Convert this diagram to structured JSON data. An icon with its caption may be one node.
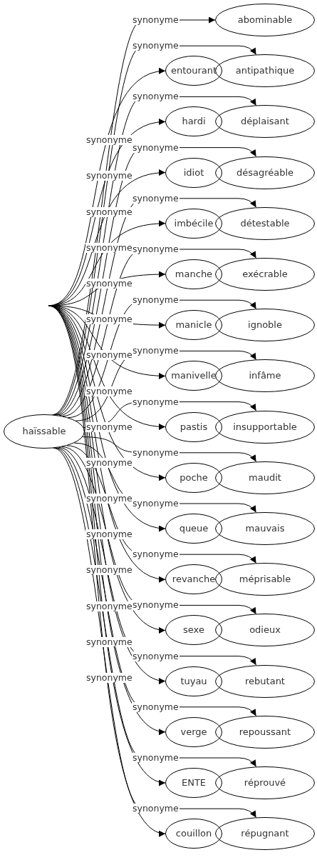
{
  "diagram": {
    "nodes": [
      {
        "text": [
          "haïssable"
        ]
      },
      {
        "text": [
          "abominable"
        ]
      },
      {
        "text": [
          "antipathique"
        ]
      },
      {
        "text": [
          "déplaisant"
        ]
      },
      {
        "text": [
          "désagréable"
        ]
      },
      {
        "text": [
          "détestable"
        ]
      },
      {
        "text": [
          "exécrable"
        ]
      },
      {
        "text": [
          "ignoble"
        ]
      },
      {
        "text": [
          "infâme"
        ]
      },
      {
        "text": [
          "insupportable"
        ]
      },
      {
        "text": [
          "maudit"
        ]
      },
      {
        "text": [
          "mauvais"
        ]
      },
      {
        "text": [
          "méprisable"
        ]
      },
      {
        "text": [
          "odieux"
        ]
      },
      {
        "text": [
          "rebutant"
        ]
      },
      {
        "text": [
          "repoussant"
        ]
      },
      {
        "text": [
          "réprouvé"
        ]
      },
      {
        "text": [
          "répugnant"
        ]
      },
      {
        "text": [
          "entourant"
        ]
      },
      {
        "text": [
          "hardi"
        ]
      },
      {
        "text": [
          "idiot"
        ]
      },
      {
        "text": [
          "imbécile"
        ]
      },
      {
        "text": [
          "manche"
        ]
      },
      {
        "text": [
          "manicle"
        ]
      },
      {
        "text": [
          "manivelle"
        ]
      },
      {
        "text": [
          "pastis"
        ]
      },
      {
        "text": [
          "poche"
        ]
      },
      {
        "text": [
          "queue"
        ]
      },
      {
        "text": [
          "revanche"
        ]
      },
      {
        "text": [
          "sexe"
        ]
      },
      {
        "text": [
          "tuyau"
        ]
      },
      {
        "text": [
          "verge"
        ]
      },
      {
        "text": [
          "ENTE"
        ]
      },
      {
        "text": [
          "couillon"
        ]
      }
    ],
    "edges": [
      {
        "from": 0,
        "to": 1,
        "arrow": "to",
        "label": "synonyme"
      },
      {
        "from": 0,
        "to": 2,
        "arrow": "to",
        "label": "synonyme"
      },
      {
        "from": 0,
        "to": 3,
        "arrow": "to",
        "label": "synonyme"
      },
      {
        "from": 0,
        "to": 4,
        "arrow": "to",
        "label": "synonyme"
      },
      {
        "from": 0,
        "to": 5,
        "arrow": "to",
        "label": "synonyme"
      },
      {
        "from": 0,
        "to": 6,
        "arrow": "to",
        "label": "synonyme"
      },
      {
        "from": 0,
        "to": 7,
        "arrow": "to",
        "label": "synonyme"
      },
      {
        "from": 0,
        "to": 8,
        "arrow": "to",
        "label": "synonyme"
      },
      {
        "from": 0,
        "to": 9,
        "arrow": "to",
        "label": "synonyme"
      },
      {
        "from": 0,
        "to": 10,
        "arrow": "to",
        "label": "synonyme"
      },
      {
        "from": 0,
        "to": 11,
        "arrow": "to",
        "label": "synonyme"
      },
      {
        "from": 0,
        "to": 12,
        "arrow": "to",
        "label": "synonyme"
      },
      {
        "from": 0,
        "to": 13,
        "arrow": "to",
        "label": "synonyme"
      },
      {
        "from": 0,
        "to": 14,
        "arrow": "to",
        "label": "synonyme"
      },
      {
        "from": 0,
        "to": 15,
        "arrow": "to",
        "label": "synonyme"
      },
      {
        "from": 0,
        "to": 16,
        "arrow": "to",
        "label": "synonyme"
      },
      {
        "from": 0,
        "to": 17,
        "arrow": "to",
        "label": "synonyme"
      },
      {
        "from": null,
        "to": 18,
        "arrow": "to",
        "label": "synonyme"
      },
      {
        "from": null,
        "to": 19,
        "arrow": "to",
        "label": "synonyme"
      },
      {
        "from": null,
        "to": 20,
        "arrow": "to",
        "label": "synonyme"
      },
      {
        "from": null,
        "to": 21,
        "arrow": "to",
        "label": "synonyme"
      },
      {
        "from": null,
        "to": 22,
        "arrow": "to",
        "label": "synonyme"
      },
      {
        "from": null,
        "to": 23,
        "arrow": "to",
        "label": "synonyme"
      },
      {
        "from": null,
        "to": 24,
        "arrow": "to",
        "label": "synonyme"
      },
      {
        "from": null,
        "to": 25,
        "arrow": "to",
        "label": "synonyme"
      },
      {
        "from": null,
        "to": 26,
        "arrow": "to",
        "label": "synonyme"
      },
      {
        "from": null,
        "to": 27,
        "arrow": "to",
        "label": "synonyme"
      },
      {
        "from": null,
        "to": 28,
        "arrow": "to",
        "label": "synonyme"
      },
      {
        "from": null,
        "to": 29,
        "arrow": "to",
        "label": "synonyme"
      },
      {
        "from": null,
        "to": 30,
        "arrow": "to",
        "label": "synonyme"
      },
      {
        "from": null,
        "to": 31,
        "arrow": "to",
        "label": "synonyme"
      },
      {
        "from": null,
        "to": 32,
        "arrow": "to",
        "label": "synonyme"
      },
      {
        "from": null,
        "to": 33,
        "arrow": "to",
        "label": "synonyme"
      }
    ]
  }
}
